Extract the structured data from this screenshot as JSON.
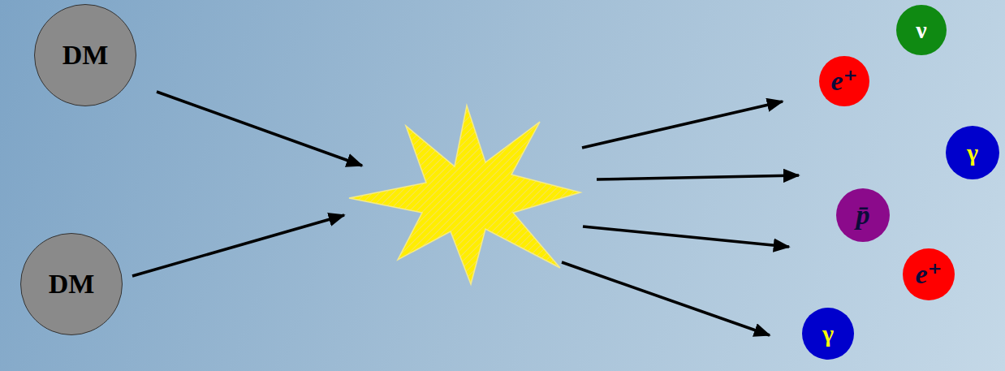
{
  "diagram": {
    "nodes": [
      {
        "text": [
          "DM"
        ]
      },
      {
        "text": [
          "DM"
        ]
      },
      {
        "text": [
          "ν"
        ]
      },
      {
        "text": [
          "e⁺"
        ]
      },
      {
        "text": [
          "γ"
        ]
      },
      {
        "text": [
          "p̄"
        ]
      },
      {
        "text": [
          "e⁺"
        ]
      },
      {
        "text": [
          "γ"
        ]
      }
    ]
  }
}
